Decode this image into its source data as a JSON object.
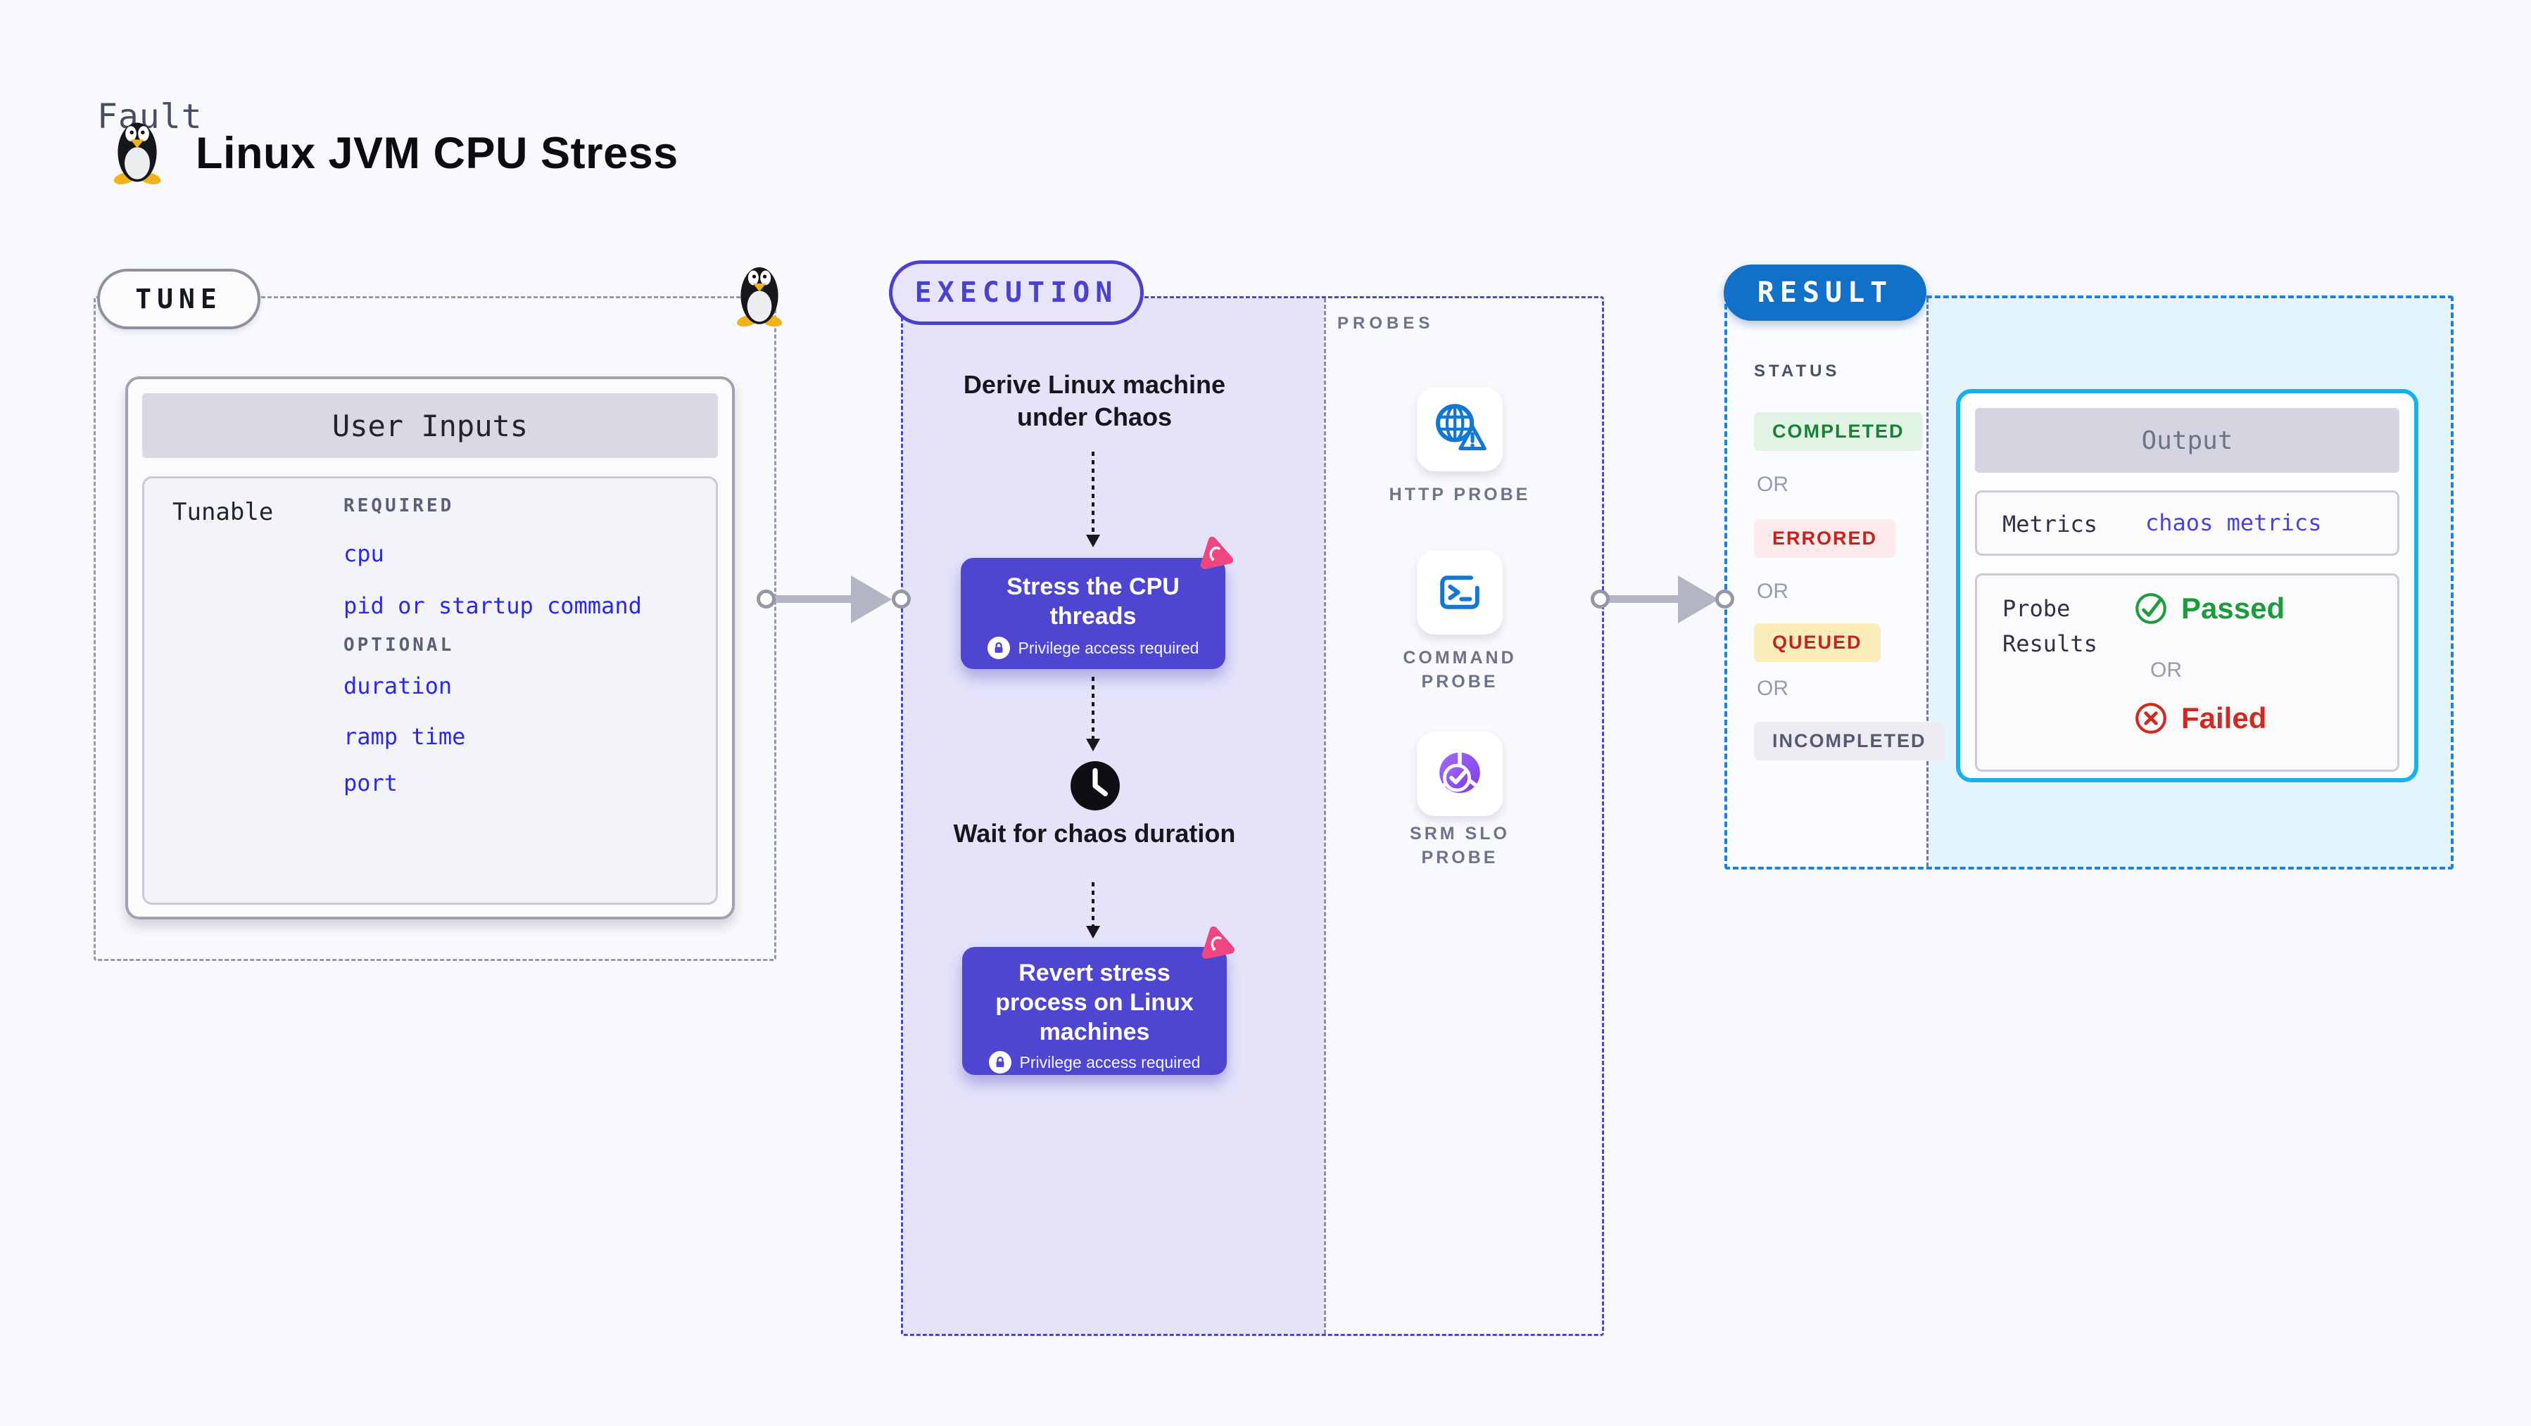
{
  "header": {
    "kicker": "Fault",
    "title": "Linux JVM CPU Stress",
    "icon": "linux-penguin"
  },
  "tune": {
    "badge": "TUNE",
    "card_title": "User Inputs",
    "row_label": "Tunable",
    "required_label": "REQUIRED",
    "required_items": [
      "cpu",
      "pid or startup command"
    ],
    "optional_label": "OPTIONAL",
    "optional_items": [
      "duration",
      "ramp time",
      "port"
    ]
  },
  "execution": {
    "badge": "EXECUTION",
    "derive_label": "Derive Linux machine under Chaos",
    "stress_label": "Stress the CPU threads",
    "wait_label": "Wait for chaos duration",
    "revert_label": "Revert stress process on Linux machines",
    "privilege_note": "Privilege access required"
  },
  "probes": {
    "section_label": "PROBES",
    "items": [
      {
        "name": "HTTP PROBE",
        "icon": "globe-alert-icon"
      },
      {
        "name": "COMMAND PROBE",
        "icon": "terminal-icon"
      },
      {
        "name": "SRM SLO PROBE",
        "icon": "slo-pie-check-icon"
      }
    ]
  },
  "result": {
    "badge": "RESULT",
    "status_label": "STATUS",
    "or_label": "OR",
    "statuses": [
      {
        "label": "COMPLETED",
        "fg": "#1a8034",
        "bg": "#e1f3e5"
      },
      {
        "label": "ERRORED",
        "fg": "#c5221f",
        "bg": "#fdeaea"
      },
      {
        "label": "QUEUED",
        "fg": "#c5231d",
        "bg": "#fbedba"
      },
      {
        "label": "INCOMPLETED",
        "fg": "#555a74",
        "bg": "#ececf2"
      }
    ],
    "output": {
      "title": "Output",
      "metrics_label": "Metrics",
      "metrics_value": "chaos metrics",
      "probe_results_label": "Probe Results",
      "passed_label": "Passed",
      "failed_label": "Failed"
    }
  },
  "colors": {
    "page_bg": "#f8f9fc",
    "execution_panel": "#e4e3f9",
    "execution_accent": "#4a42cd",
    "node_purple": "#4e46d0",
    "chaos_pink": "#f0457f",
    "probe_icon_blue": "#1478d2",
    "srm_purple": "#8a4df2",
    "result_blue": "#1171c9",
    "result_dash_blue": "#1b84da",
    "output_border": "#17b0ea",
    "link_indigo": "#2c28ea",
    "passed_green": "#1d9a3c",
    "failed_red": "#cf2a22"
  }
}
